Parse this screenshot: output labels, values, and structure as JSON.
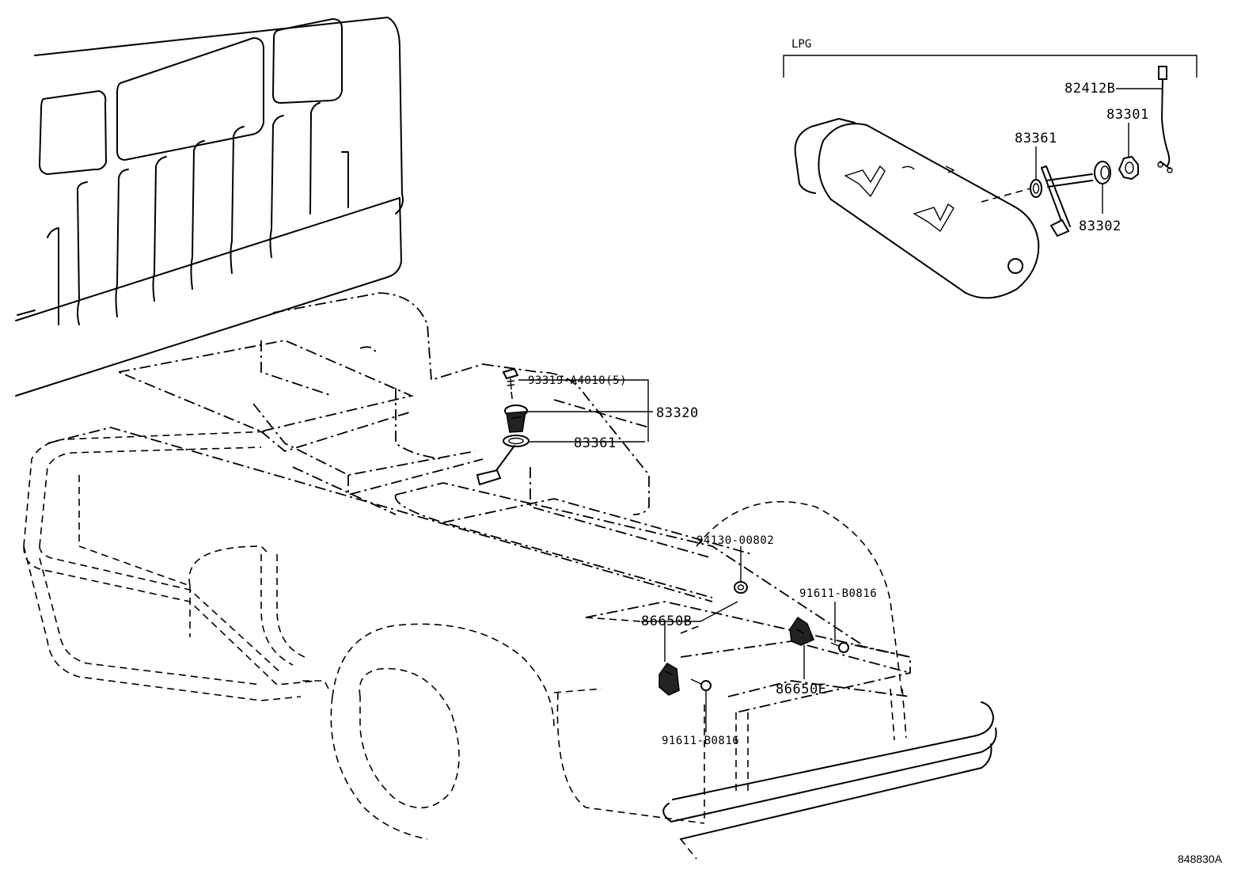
{
  "section": {
    "lpg_label": "LPG"
  },
  "labels": {
    "p82412B": "82412B",
    "p83301": "83301",
    "p83361_lpg": "83361",
    "p83302": "83302",
    "p93319": "93319-A4010(5)",
    "p83320": "83320",
    "p83361": "83361",
    "p94130": "94130-00802",
    "p91611_right": "91611-B0816",
    "p86650B": "86650B",
    "p86650E": "86650E",
    "p91611_bottom": "91611-B0816"
  },
  "ref_code": "848830A"
}
